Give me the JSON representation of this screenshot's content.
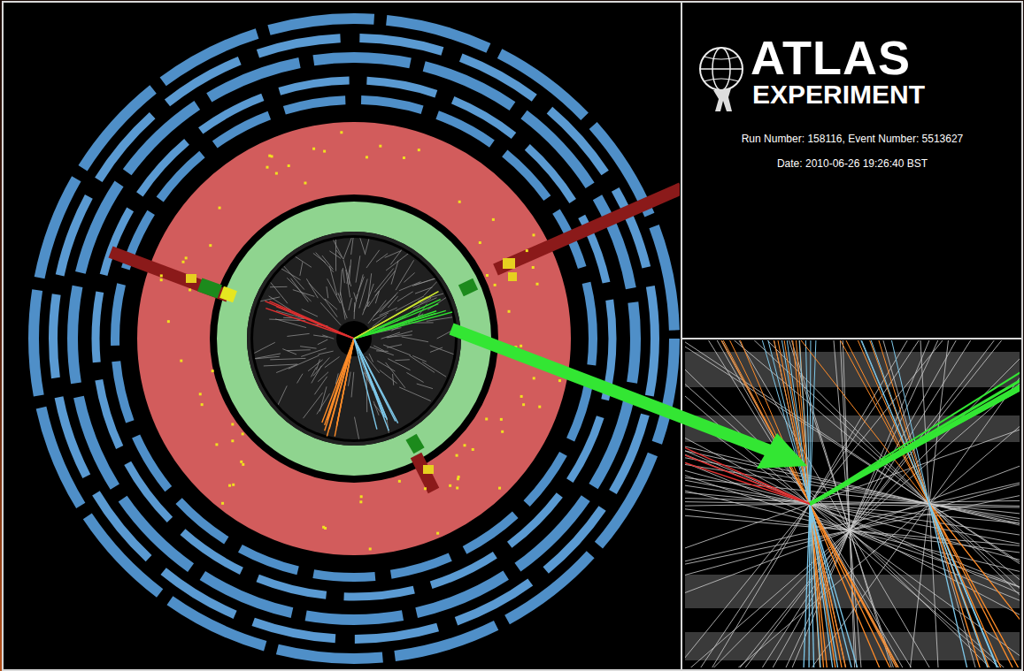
{
  "diagram": {
    "labels": [
      "ATLAS",
      "EXPERIMENT",
      "Run Number: 158116, Event Number: 5513627",
      "Date: 2010-06-26 19:26:40 BST"
    ]
  }
}
